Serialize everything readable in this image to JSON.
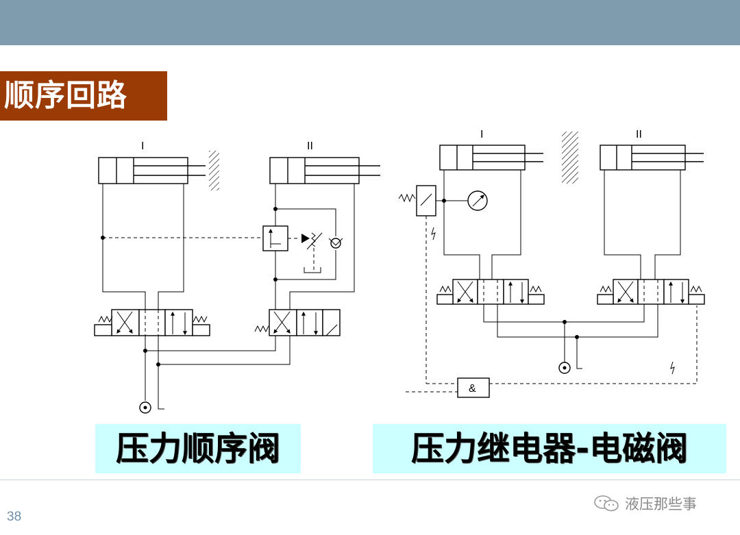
{
  "slide": {
    "title": "顺序回路",
    "page_number": "38"
  },
  "left_diagram": {
    "cylinder_1_label": "I",
    "cylinder_2_label": "II",
    "caption": "压力顺序阀"
  },
  "right_diagram": {
    "cylinder_1_label": "I",
    "cylinder_2_label": "II",
    "and_gate_label": "&",
    "caption": "压力继电器-电磁阀"
  },
  "watermark": {
    "text": "液压那些事",
    "icon": "wechat-icon"
  },
  "colors": {
    "header_band": "#7f9bae",
    "title_bg": "#9a3a05",
    "caption_bg": "#ccffff",
    "page_number": "#6f8fa8"
  }
}
